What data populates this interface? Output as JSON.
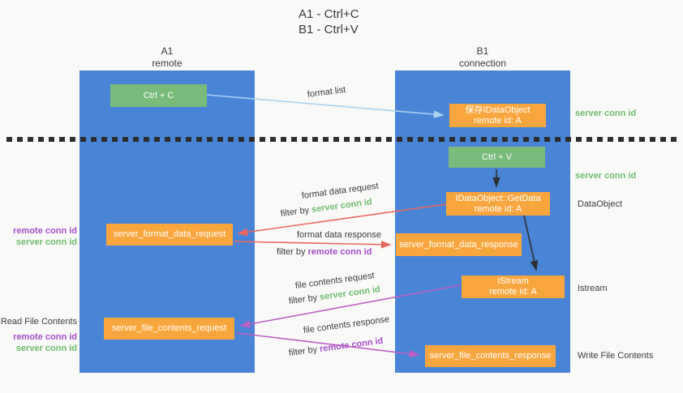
{
  "title": {
    "line1": "A1 - Ctrl+C",
    "line2": "B1 - Ctrl+V"
  },
  "lanes": {
    "left": {
      "name": "A1",
      "role": "remote"
    },
    "right": {
      "name": "B1",
      "role": "connection"
    }
  },
  "nodes": {
    "ctrl_c": {
      "label": "Ctrl + C"
    },
    "ctrl_v": {
      "label": "Ctrl + V"
    },
    "save_dataobject": {
      "line1": "保存IDataObject",
      "line2": "remote id: A"
    },
    "getdata": {
      "line1": "IDataObject::GetData",
      "line2": "remote id: A"
    },
    "istream": {
      "line1": "IStream",
      "line2": "remote id: A"
    },
    "format_request": {
      "label": "server_format_data_request"
    },
    "format_response": {
      "label": "server_format_data_response"
    },
    "file_request": {
      "label": "server_file_contents_request"
    },
    "file_response": {
      "label": "server_file_contents_response"
    }
  },
  "edge_labels": {
    "format_list": "format list",
    "format_data_request": "format data request",
    "format_data_response": "format data response",
    "file_contents_request": "file contents request",
    "file_contents_response": "file contents response",
    "filter_by": "filter by",
    "server_conn_id": "server conn id",
    "remote_conn_id": "remote conn id"
  },
  "side_labels": {
    "server_conn_id_top": "server conn id",
    "server_conn_id_mid": "server conn id",
    "dataobject": "DataObject",
    "istream": "Istream",
    "write_file_contents": "Write File Contents",
    "read_file_contents": "Read File Contents",
    "remote_conn_id": "remote conn id",
    "server_conn_id": "server conn id"
  },
  "colors": {
    "lane_blue": "#4a84d7",
    "box_green": "#7aba7a",
    "box_orange": "#f7a63d",
    "arrow_light_blue": "#aad2ee",
    "arrow_red": "#ea6860",
    "arrow_magenta": "#bd5fc3",
    "arrow_black": "#2f2f2f",
    "text_green": "#6dbd6d",
    "text_purple": "#a64dc8",
    "dotted_divider": "#2d2d2d"
  }
}
